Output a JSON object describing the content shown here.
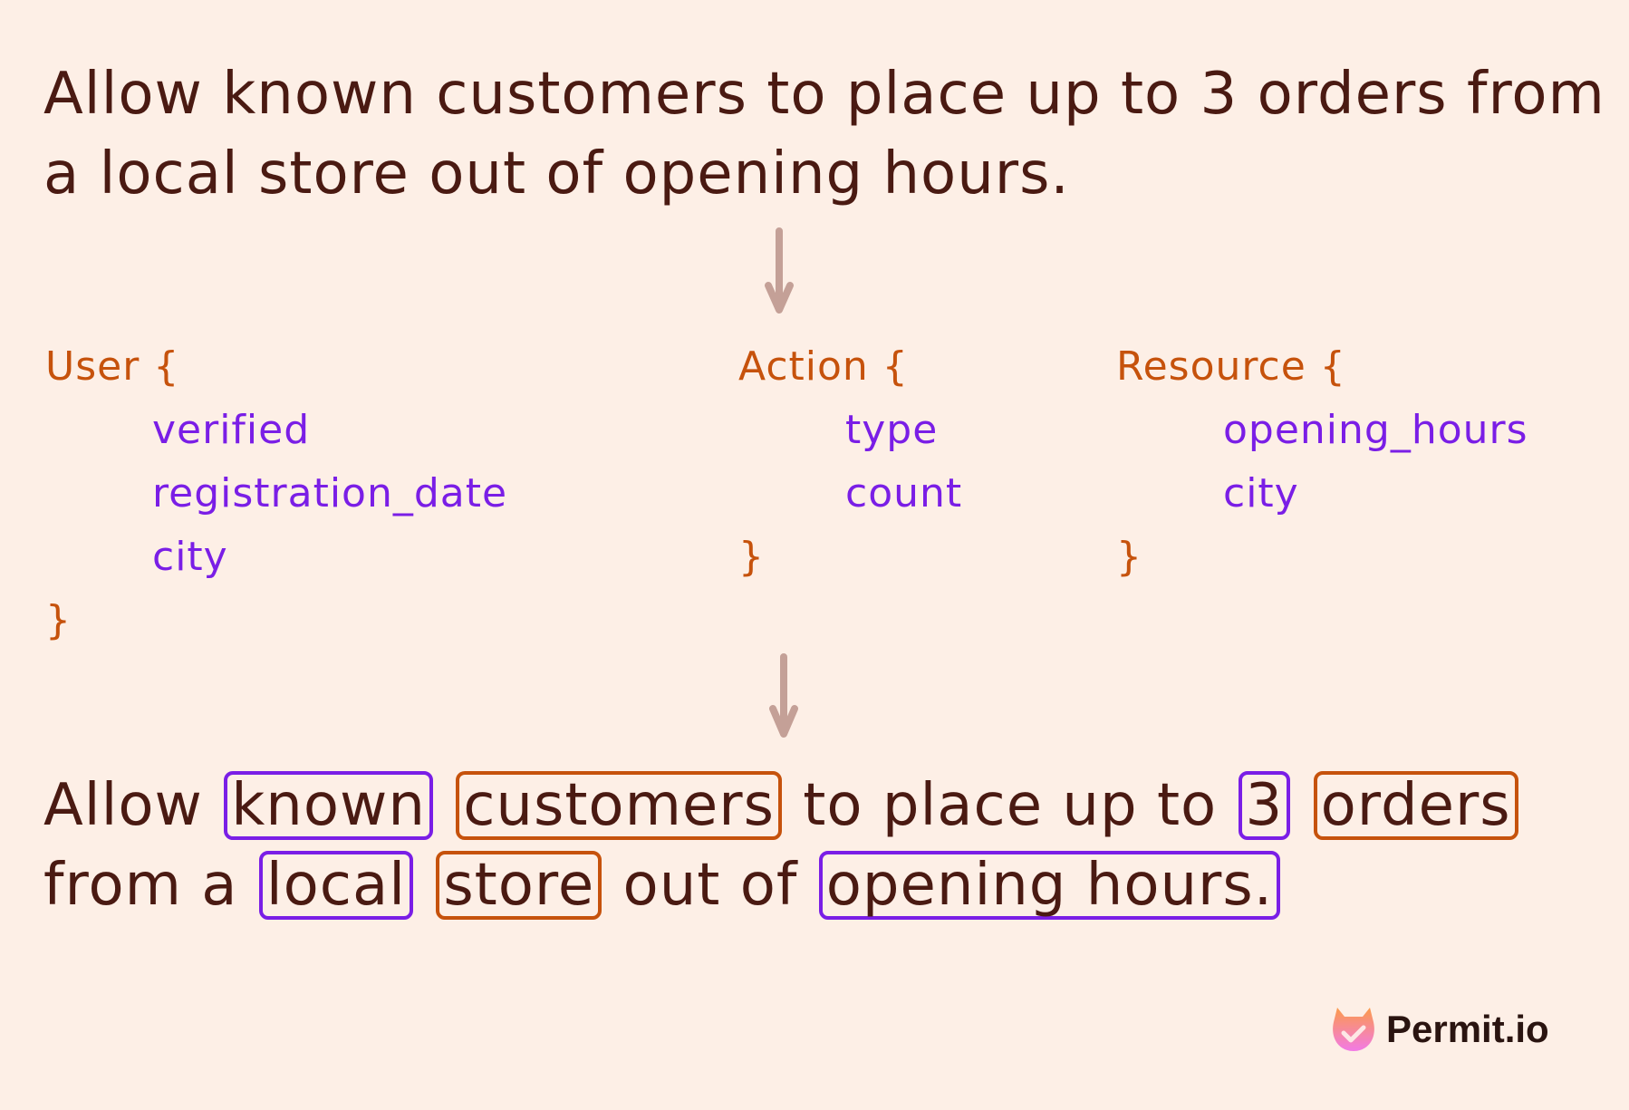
{
  "top_sentence": "Allow known customers to place up to 3 orders from a local store out of opening hours.",
  "blocks": {
    "user": {
      "head": "User {",
      "fields": [
        "verified",
        "registration_date",
        "city"
      ],
      "close": "}"
    },
    "action": {
      "head": "Action {",
      "fields": [
        "type",
        "count"
      ],
      "close": "}"
    },
    "resource": {
      "head": "Resource {",
      "fields": [
        "opening_hours",
        "city"
      ],
      "close": "}"
    }
  },
  "bottom_sentence": {
    "line1": [
      {
        "text": "Allow",
        "box": null
      },
      {
        "text": "known",
        "box": "purple"
      },
      {
        "text": "customers",
        "box": "orange"
      },
      {
        "text": "to place up to",
        "box": null
      },
      {
        "text": "3",
        "box": "purple"
      },
      {
        "text": "orders",
        "box": "orange"
      }
    ],
    "line2": [
      {
        "text": "from a",
        "box": null
      },
      {
        "text": "local",
        "box": "purple"
      },
      {
        "text": "store",
        "box": "orange"
      },
      {
        "text": "out of",
        "box": null
      },
      {
        "text": "opening hours.",
        "box": "purple"
      }
    ]
  },
  "logo": {
    "name": "Permit.io"
  },
  "colors": {
    "background": "#fdefe6",
    "text": "#4a1a12",
    "attribute": "#7a1ee6",
    "entity": "#c6520c",
    "arrow": "#c4a097"
  }
}
